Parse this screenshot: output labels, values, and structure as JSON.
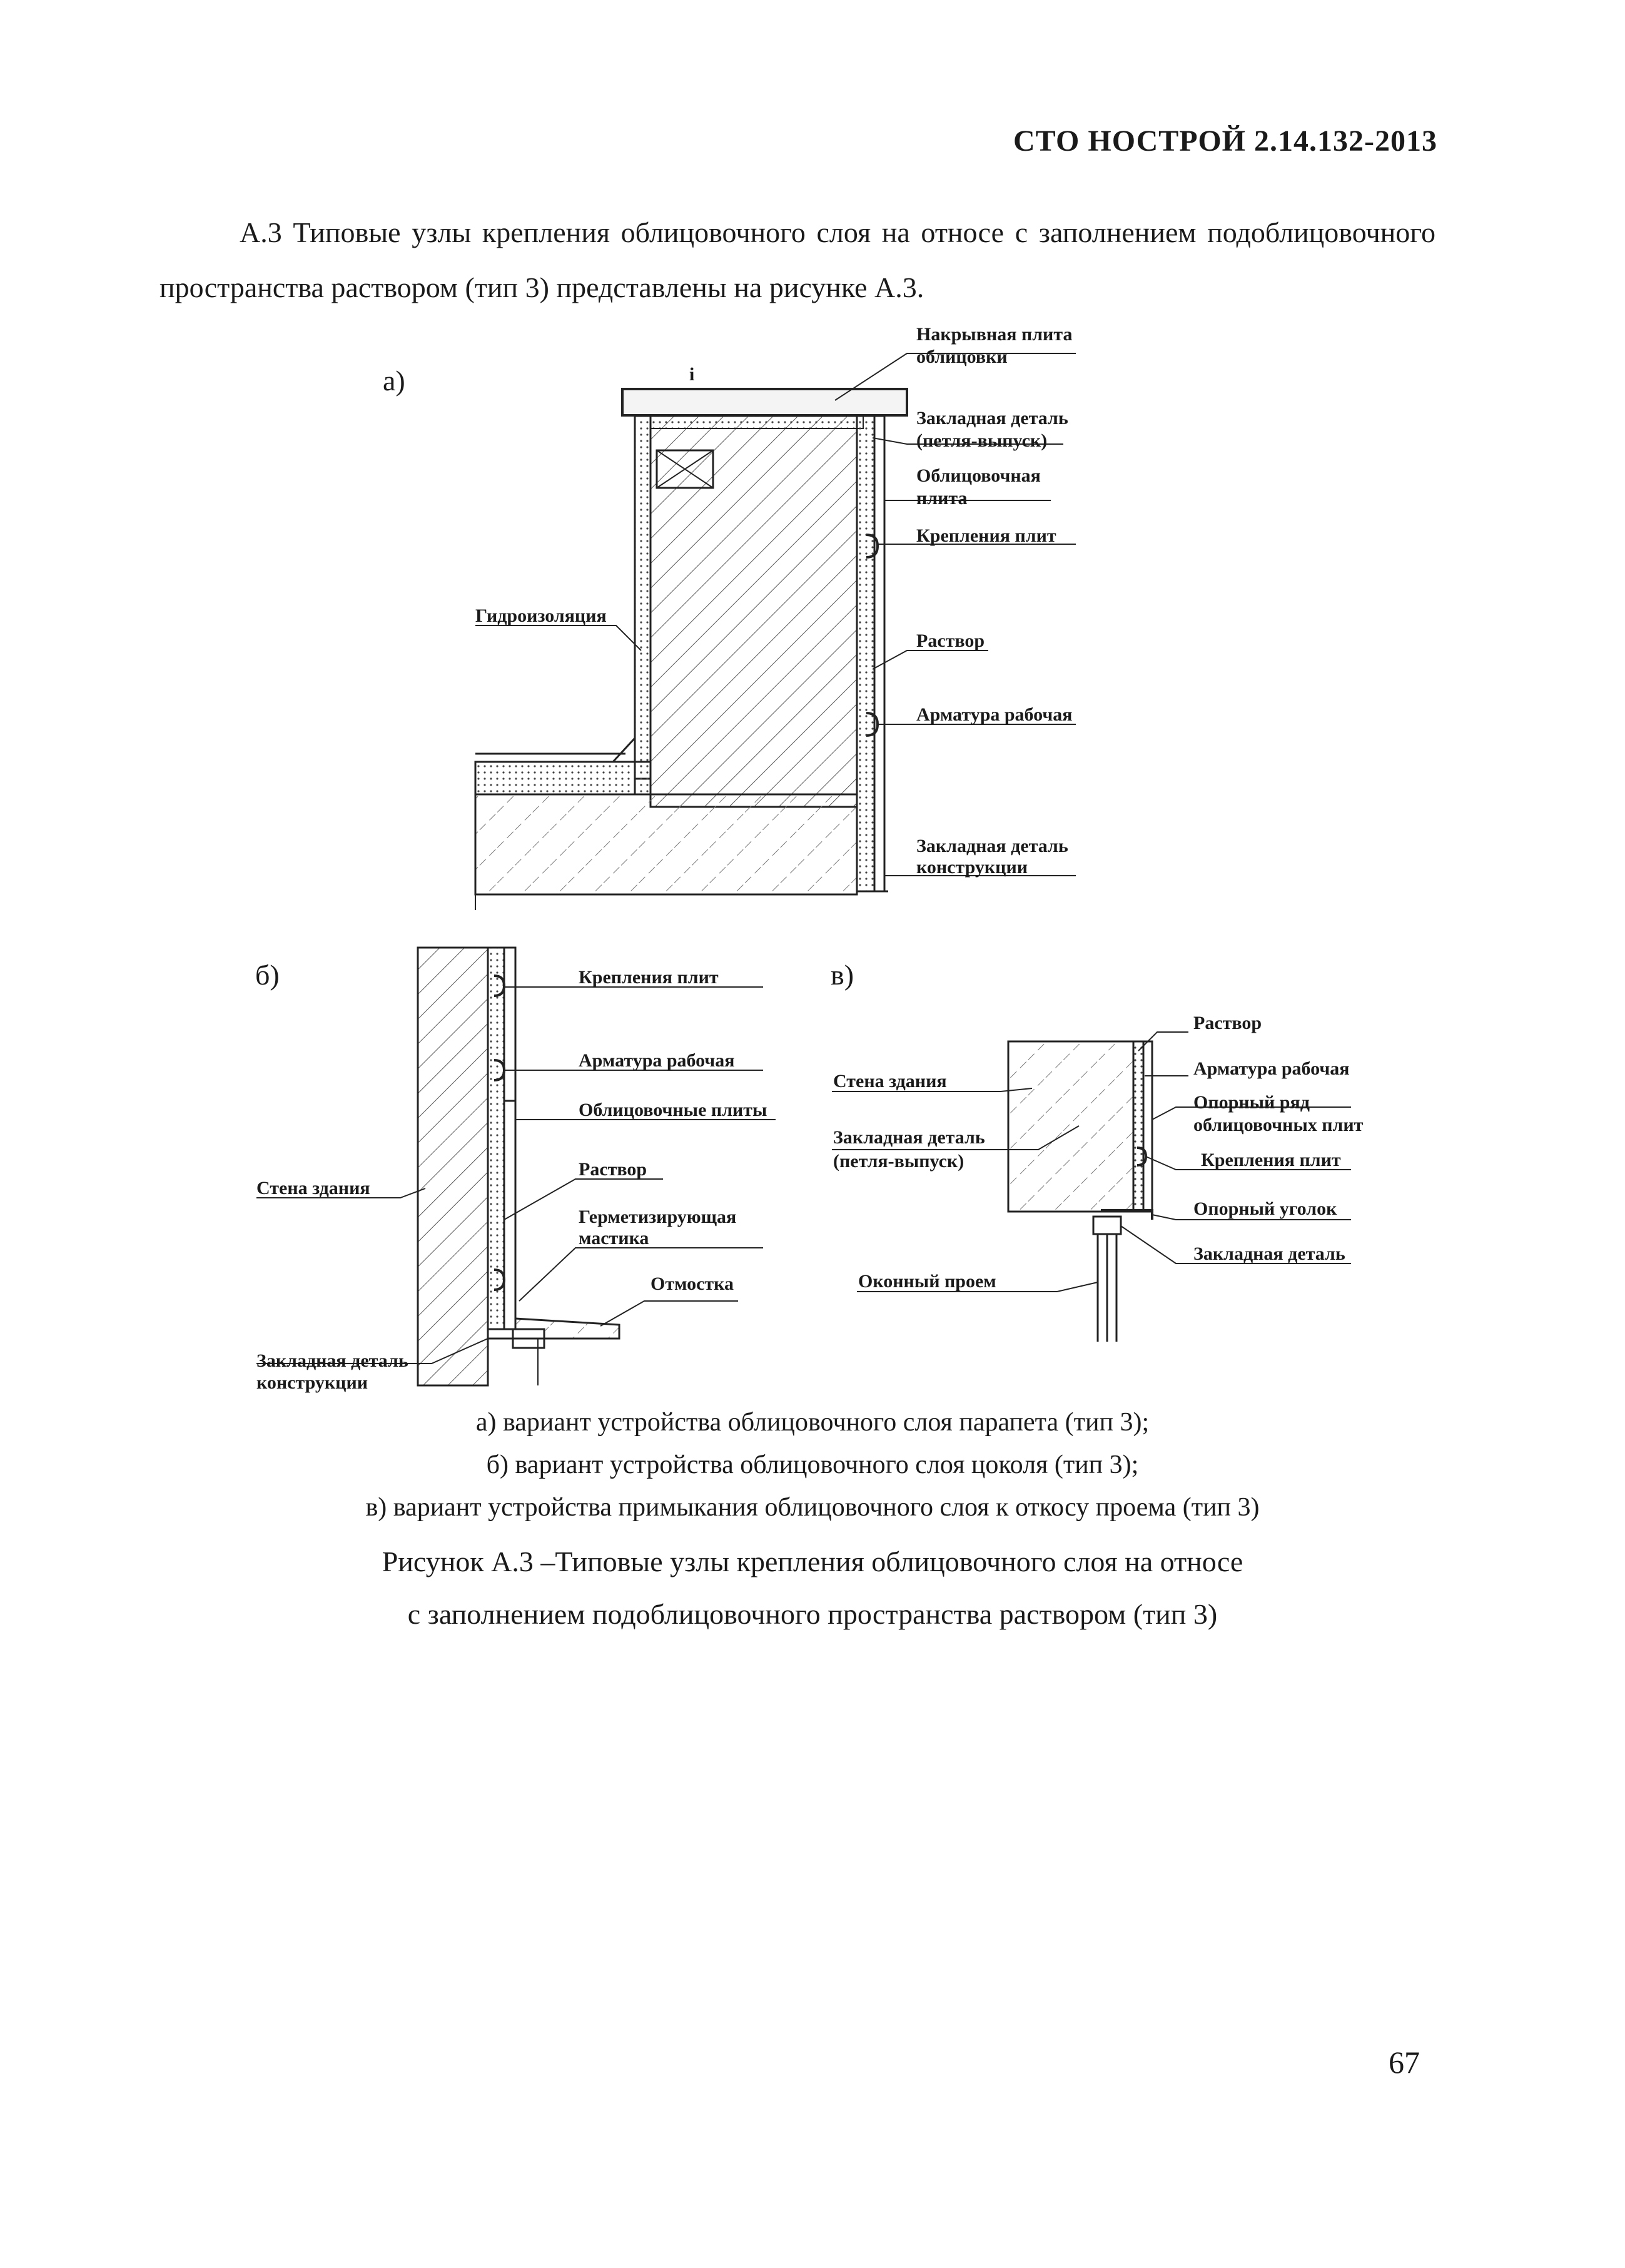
{
  "header": "СТО НОСТРОЙ 2.14.132-2013",
  "intro_text": "А.3 Типовые узлы крепления облицовочного слоя на относе с заполнением подоблицовочного пространства раствором (тип 3) представлены на рисунке А.3.",
  "figure": {
    "panel_a": {
      "letter": "а)",
      "labels": {
        "cover_plate": [
          "Накрывная плита",
          "облицовки"
        ],
        "embedded_loop": [
          "Закладная деталь",
          "(петля-выпуск)"
        ],
        "facing_plate": [
          "Облицовочная",
          "плита"
        ],
        "plate_fastening": "Крепления плит",
        "waterproofing": "Гидроизоляция",
        "mortar": "Раствор",
        "rebar": "Арматура рабочая",
        "embedded_structure": [
          "Закладная деталь",
          "конструкции"
        ],
        "mark_i": "i"
      }
    },
    "panel_b": {
      "letter": "б)",
      "labels": {
        "plate_fastening": "Крепления плит",
        "rebar": "Арматура рабочая",
        "facing_plates": "Облицовочные плиты",
        "building_wall": "Стена здания",
        "mortar": "Раствор",
        "sealant": [
          "Герметизирующая",
          "мастика"
        ],
        "blind_area": "Отмостка",
        "embedded_structure": [
          "Закладная деталь",
          "конструкции"
        ]
      }
    },
    "panel_c": {
      "letter": "в)",
      "labels": {
        "mortar": "Раствор",
        "building_wall": "Стена здания",
        "rebar": "Арматура рабочая",
        "support_row": [
          "Опорный ряд",
          "облицовочных плит"
        ],
        "embedded_loop": [
          "Закладная деталь",
          "(петля-выпуск)"
        ],
        "plate_fastening": "Крепления плит",
        "support_angle": "Опорный уголок",
        "window_opening": "Оконный проем",
        "embedded_detail": "Закладная деталь"
      }
    },
    "captions": [
      "а) вариант устройства облицовочного слоя парапета (тип 3);",
      "б) вариант устройства облицовочного слоя цоколя (тип 3);",
      "в) вариант устройства примыкания облицовочного слоя к откосу проема (тип 3)"
    ],
    "title_line1": "Рисунок А.3 –Типовые узлы крепления облицовочного слоя на относе",
    "title_line2": "с заполнением подоблицовочного пространства раствором (тип 3)"
  },
  "page_number": "67"
}
